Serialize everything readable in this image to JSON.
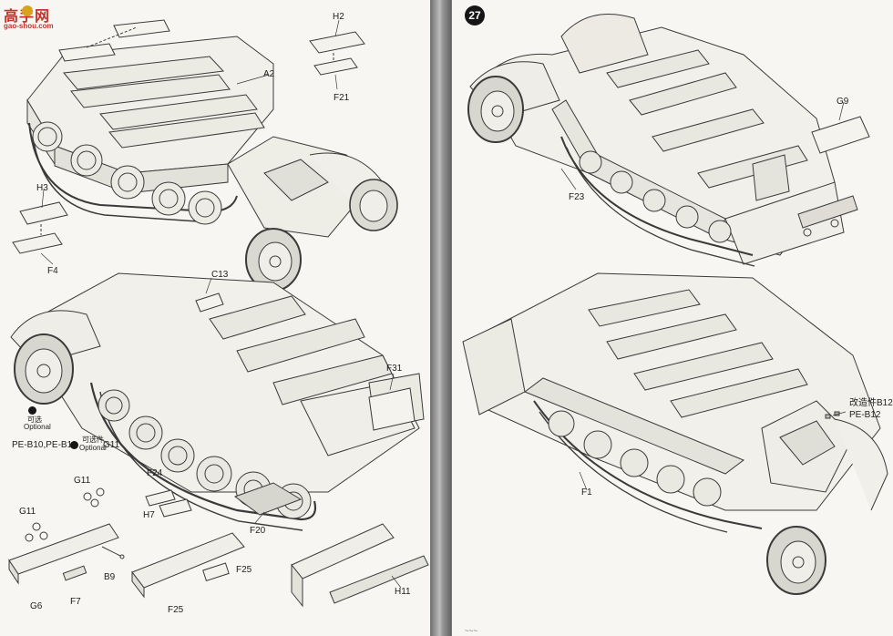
{
  "watermark": {
    "site_name": "高手网",
    "url": "gao-shou.com"
  },
  "left_page": {
    "labels": {
      "h2": "H2",
      "a2": "A2",
      "f21": "F21",
      "h3": "H3",
      "f4": "F4",
      "c13": "C13",
      "f31": "F31",
      "optional_cn": "可选",
      "optional_en": "Optional",
      "pe_parts": "PE-B10,PE-B11",
      "optional2_cn": "可选件",
      "optional2_en": "Optional",
      "g11_a": "G11",
      "g11_b": "G11",
      "g11_c": "G11",
      "f24": "F24",
      "h7": "H7",
      "f20": "F20",
      "b9": "B9",
      "g6": "G6",
      "f7": "F7",
      "f25_a": "F25",
      "f25_b": "F25",
      "h11": "H11"
    },
    "step_badges": {
      "opt_a": "",
      "opt_b": ""
    }
  },
  "right_page": {
    "step_number": "27",
    "labels": {
      "g9": "G9",
      "f23": "F23",
      "f1": "F1",
      "b12_cn": "改造件B12",
      "b12_pe": "PE-B12"
    },
    "footer_fragment": "~~~"
  }
}
